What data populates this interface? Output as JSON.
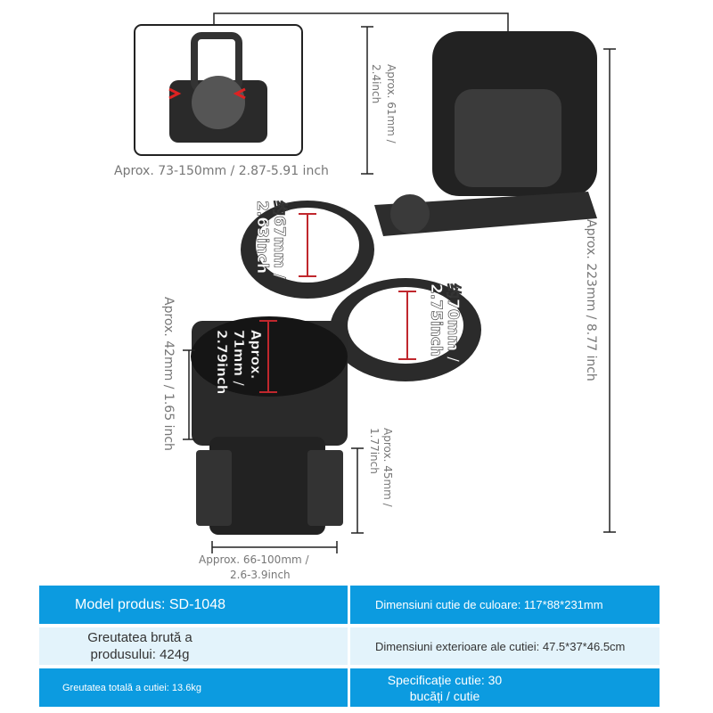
{
  "dimensions": {
    "holder_grip": "Aprox. 73-150mm / 2.87-5.91 inch",
    "holder_height": "Aprox. 61mm / 2.4inch",
    "total_height": "Aprox. 223mm / 8.77 inch",
    "ring_small": "约67mm / 2.63inch",
    "ring_large": "约70mm / 2.75inch",
    "cup_diameter": "Aprox. 71mm / 2.79inch",
    "cup_depth": "Aprox. 42mm / 1.65 inch",
    "base_height": "Aprox. 45mm / 1.77inch",
    "base_width_1": "Approx. 66-100mm /",
    "base_width_2": "2.6-3.9inch"
  },
  "specs": {
    "model": "Model produs: SD-1048",
    "color_box": "Dimensiuni cutie de culoare: 117*88*231mm",
    "gross_weight": "Greutatea brută a produsului: 424g",
    "outer_box": "Dimensiuni exterioare ale cutiei: 47.5*37*46.5cm",
    "total_weight": "Greutatea totală a cutiei: 13.6kg",
    "box_spec": "Specificație cutie: 30 bucăți / cutie"
  },
  "colors": {
    "table_dark": "#0c9be0",
    "table_light": "#e3f3fb",
    "marker": "#c0272d"
  }
}
